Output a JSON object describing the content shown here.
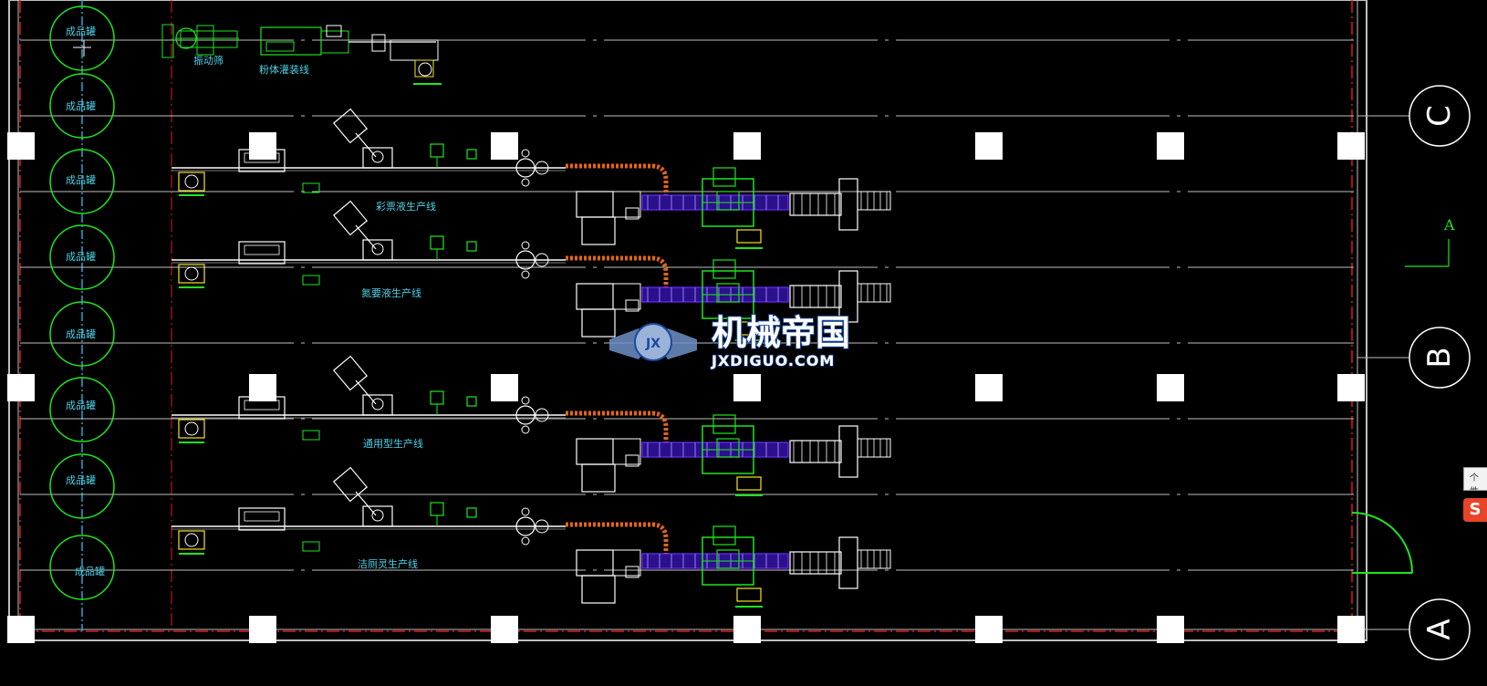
{
  "tanks": {
    "labels": [
      "成品罐",
      "成品罐",
      "成品罐",
      "成品罐",
      "成品罐",
      "成品罐",
      "成品罐",
      "成品罐"
    ]
  },
  "top_line": {
    "machine1_label": "振动筛",
    "machine2_label": "粉体灌装线"
  },
  "production_lines": [
    {
      "label": "彩票液生产线"
    },
    {
      "label": "氮要液生产线"
    },
    {
      "label": "通用型生产线"
    },
    {
      "label": "洁厕灵生产线"
    }
  ],
  "grid_axes": {
    "labels": [
      "C",
      "B",
      "A"
    ]
  },
  "view_marker": {
    "label": "A"
  },
  "watermark": {
    "cn": "机械帝国",
    "en": "JXDIGUO.COM",
    "badge": "JX"
  },
  "side_widget": {
    "popup_text": "个性",
    "logo_text": "S"
  },
  "colors": {
    "background": "#000000",
    "grid_line": "#bfbfbf",
    "red_line": "#e01b1b",
    "green": "#1ee61e",
    "cyan": "#4fd0e6",
    "white": "#ffffff",
    "purple": "#6a2cff",
    "orange": "#e0651b",
    "yellow": "#f5e61e"
  }
}
